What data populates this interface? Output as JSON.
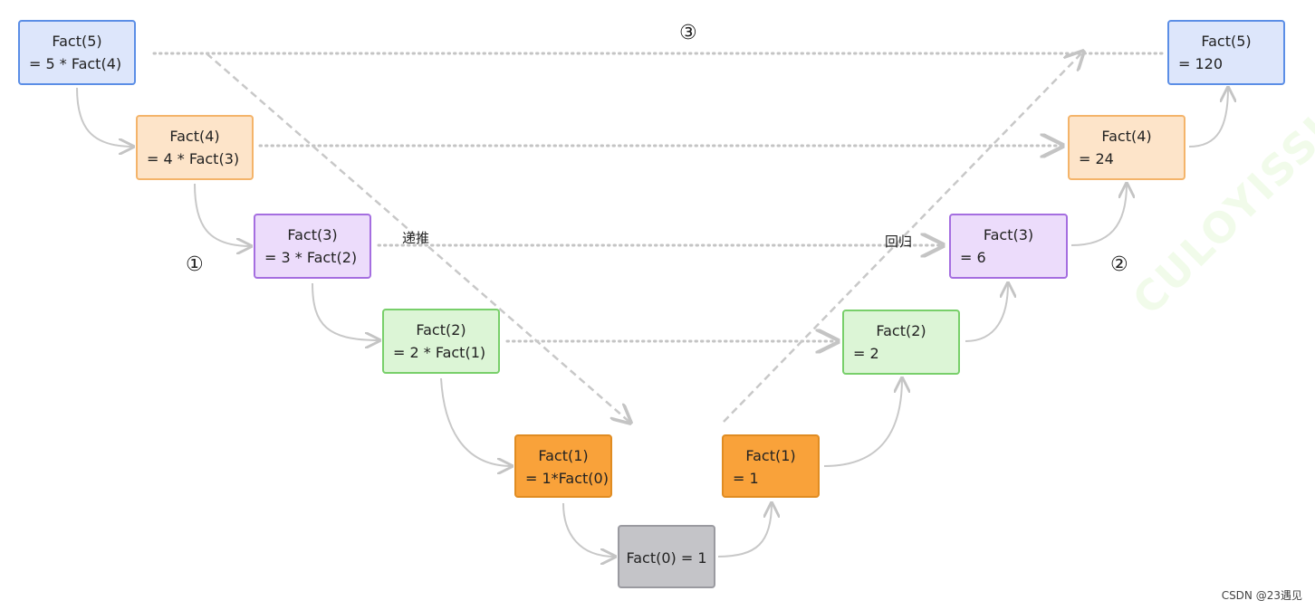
{
  "nodes": {
    "desc5": {
      "line1": "Fact(5)",
      "line2": "= 5 * Fact(4)"
    },
    "desc4": {
      "line1": "Fact(4)",
      "line2": "= 4 * Fact(3)"
    },
    "desc3": {
      "line1": "Fact(3)",
      "line2": "= 3 * Fact(2)"
    },
    "desc2": {
      "line1": "Fact(2)",
      "line2": "= 2 * Fact(1)"
    },
    "desc1": {
      "line1": "Fact(1)",
      "line2": "= 1*Fact(0)"
    },
    "base": {
      "line1": "Fact(0)  = 1"
    },
    "asc1": {
      "line1": "Fact(1)",
      "line2": "= 1"
    },
    "asc2": {
      "line1": "Fact(2)",
      "line2": "= 2"
    },
    "asc3": {
      "line1": "Fact(3)",
      "line2": "= 6"
    },
    "asc4": {
      "line1": "Fact(4)",
      "line2": "= 24"
    },
    "asc5": {
      "line1": "Fact(5)",
      "line2": "= 120"
    }
  },
  "labels": {
    "recurse": "递推",
    "return": "回归",
    "marker1": "①",
    "marker2": "②",
    "marker3": "③"
  },
  "watermark": "CULOYISSL",
  "footer": "CSDN @23遇见",
  "colors": {
    "blue": "#5b8ee6",
    "peach": "#f4b46a",
    "purple": "#a56ee0",
    "green": "#78cf6a",
    "orange": "#f9a23a",
    "gray": "#c4c4c8",
    "connector": "#c8c8c8"
  }
}
